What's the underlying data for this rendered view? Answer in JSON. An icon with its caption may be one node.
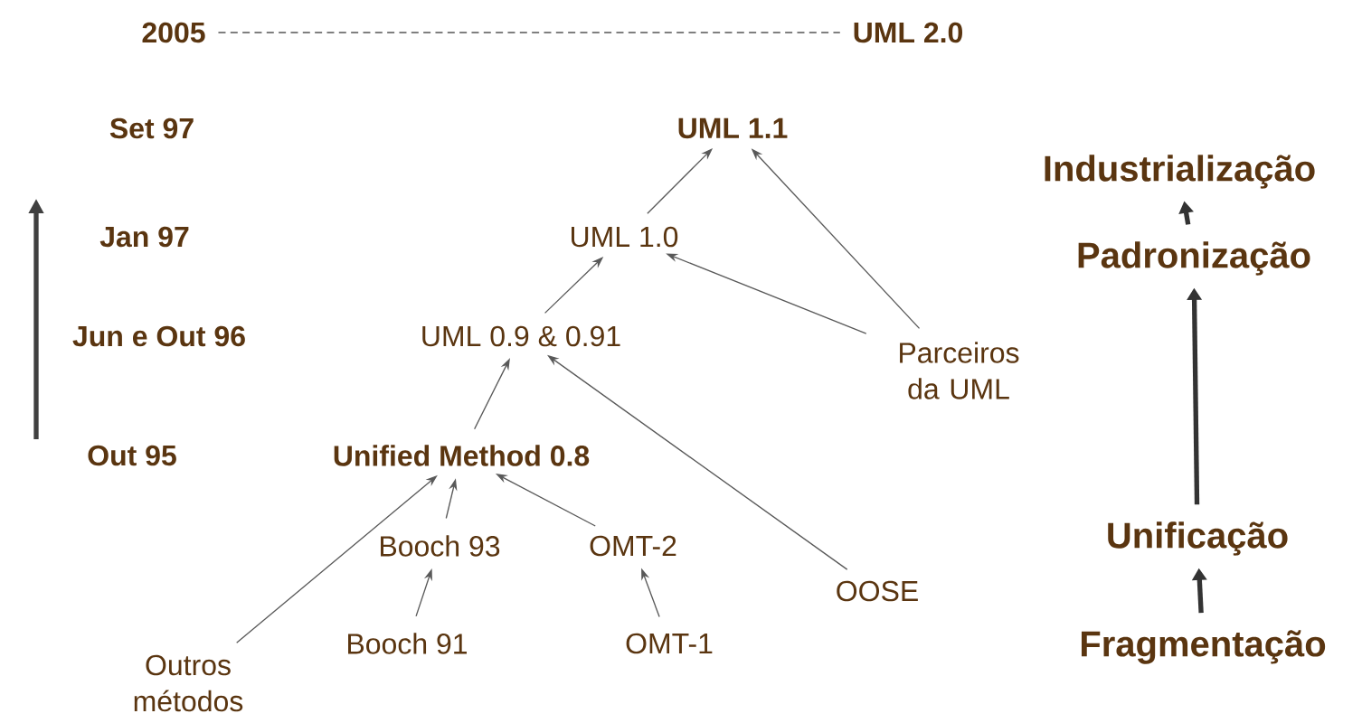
{
  "diagram": {
    "nodes": [
      {
        "text": [
          "2005"
        ]
      },
      {
        "text": [
          "UML 2.0"
        ]
      },
      {
        "text": [
          "UML 1.1"
        ]
      },
      {
        "text": [
          "UML 1.0"
        ]
      },
      {
        "text": [
          "UML 0.9 & 0.91"
        ]
      },
      {
        "text": [
          "Unified Method 0.8"
        ]
      },
      {
        "text": [
          "Booch 93"
        ]
      },
      {
        "text": [
          "OMT-2"
        ]
      },
      {
        "text": [
          "Booch 91"
        ]
      },
      {
        "text": [
          "OMT-1"
        ]
      },
      {
        "text": [
          "Outros métodos"
        ]
      },
      {
        "text": [
          "OOSE"
        ]
      },
      {
        "text": [
          "Parceiros da UML"
        ]
      },
      {
        "text": [
          "Industrialização"
        ]
      },
      {
        "text": [
          "Padronização"
        ]
      },
      {
        "text": [
          "Unificação"
        ]
      },
      {
        "text": [
          "Fragmentação"
        ]
      }
    ],
    "edges": [
      {
        "from": 0,
        "to": 1,
        "arrow": "none",
        "style": "dashed"
      },
      {
        "from": 3,
        "to": 2,
        "arrow": "to"
      },
      {
        "from": 4,
        "to": 3,
        "arrow": "to"
      },
      {
        "from": 5,
        "to": 4,
        "arrow": "to"
      },
      {
        "from": 6,
        "to": 5,
        "arrow": "to"
      },
      {
        "from": 7,
        "to": 5,
        "arrow": "to"
      },
      {
        "from": 8,
        "to": 6,
        "arrow": "to"
      },
      {
        "from": 9,
        "to": 7,
        "arrow": "to"
      },
      {
        "from": 10,
        "to": 5,
        "arrow": "to"
      },
      {
        "from": 11,
        "to": 4,
        "arrow": "to"
      },
      {
        "from": 12,
        "to": 2,
        "arrow": "to"
      },
      {
        "from": 12,
        "to": 3,
        "arrow": "to"
      },
      {
        "from": 16,
        "to": 15,
        "arrow": "to",
        "style": "thick"
      },
      {
        "from": 15,
        "to": 14,
        "arrow": "to",
        "style": "thick"
      },
      {
        "from": 14,
        "to": 13,
        "arrow": "to",
        "style": "thick"
      }
    ],
    "labels": [
      "Set 97",
      "Jan 97",
      "Jun e Out 96",
      "Out 95"
    ]
  }
}
